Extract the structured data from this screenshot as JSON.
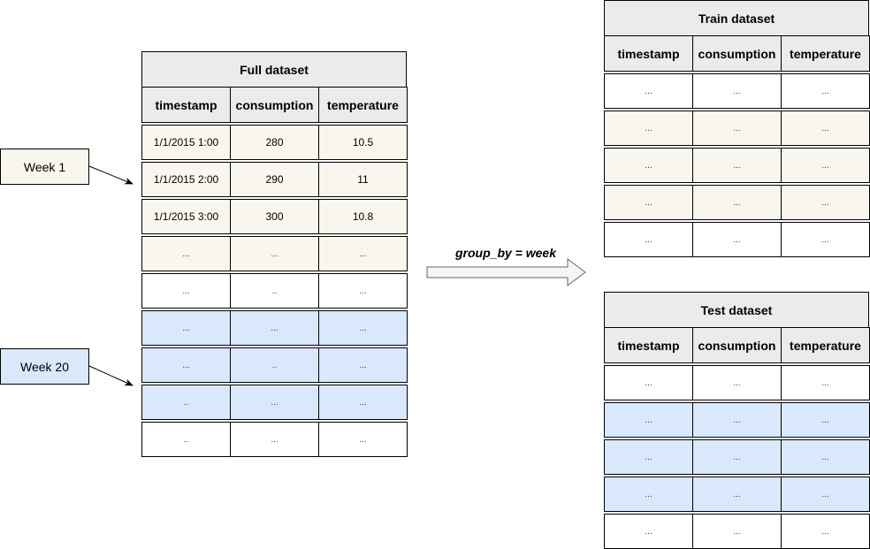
{
  "colors": {
    "yellow_row": "#f9f7ed",
    "blue_row": "#dae8fc",
    "white_row": "#ffffff",
    "header_fill": "#ebebeb",
    "week1_fill": "#f9f7ed",
    "week20_fill": "#dae8fc",
    "arrow_fill": "#f5f5f5",
    "arrow_stroke": "#666666"
  },
  "full_dataset": {
    "title": "Full dataset",
    "columns": [
      "timestamp",
      "consumption",
      "temperature"
    ],
    "rows": [
      {
        "fill": "yellow",
        "cells": [
          "1/1/2015 1:00",
          "280",
          "10.5"
        ]
      },
      {
        "fill": "yellow",
        "cells": [
          "1/1/2015 2:00",
          "290",
          "11"
        ]
      },
      {
        "fill": "yellow",
        "cells": [
          "1/1/2015 3:00",
          "300",
          "10.8"
        ]
      },
      {
        "fill": "yellow",
        "cells": [
          "...",
          "...",
          "..."
        ]
      },
      {
        "fill": "white",
        "cells": [
          "...",
          "..",
          "..."
        ]
      },
      {
        "fill": "blue",
        "cells": [
          "...",
          "...",
          "..."
        ]
      },
      {
        "fill": "blue",
        "cells": [
          "...",
          "..",
          "..."
        ]
      },
      {
        "fill": "blue",
        "cells": [
          "..",
          "...",
          "..."
        ]
      },
      {
        "fill": "white",
        "cells": [
          "..",
          "...",
          "..."
        ]
      }
    ]
  },
  "train_dataset": {
    "title": "Train dataset",
    "columns": [
      "timestamp",
      "consumption",
      "temperature"
    ],
    "rows": [
      {
        "fill": "white",
        "cells": [
          "...",
          "...",
          "..."
        ]
      },
      {
        "fill": "yellow",
        "cells": [
          "...",
          "...",
          "..."
        ]
      },
      {
        "fill": "yellow",
        "cells": [
          "...",
          "...",
          "..."
        ]
      },
      {
        "fill": "yellow",
        "cells": [
          "...",
          "...",
          "..."
        ]
      },
      {
        "fill": "white",
        "cells": [
          "...",
          "...",
          "..."
        ]
      }
    ]
  },
  "test_dataset": {
    "title": "Test dataset",
    "columns": [
      "timestamp",
      "consumption",
      "temperature"
    ],
    "rows": [
      {
        "fill": "white",
        "cells": [
          "...",
          "...",
          "..."
        ]
      },
      {
        "fill": "blue",
        "cells": [
          "...",
          "...",
          "..."
        ]
      },
      {
        "fill": "blue",
        "cells": [
          "...",
          "...",
          "..."
        ]
      },
      {
        "fill": "blue",
        "cells": [
          "...",
          "...",
          "..."
        ]
      },
      {
        "fill": "white",
        "cells": [
          "...",
          "...",
          "..."
        ]
      }
    ]
  },
  "week1": {
    "label": "Week 1"
  },
  "week20": {
    "label": "Week 20"
  },
  "operation": {
    "label": "group_by = week"
  }
}
